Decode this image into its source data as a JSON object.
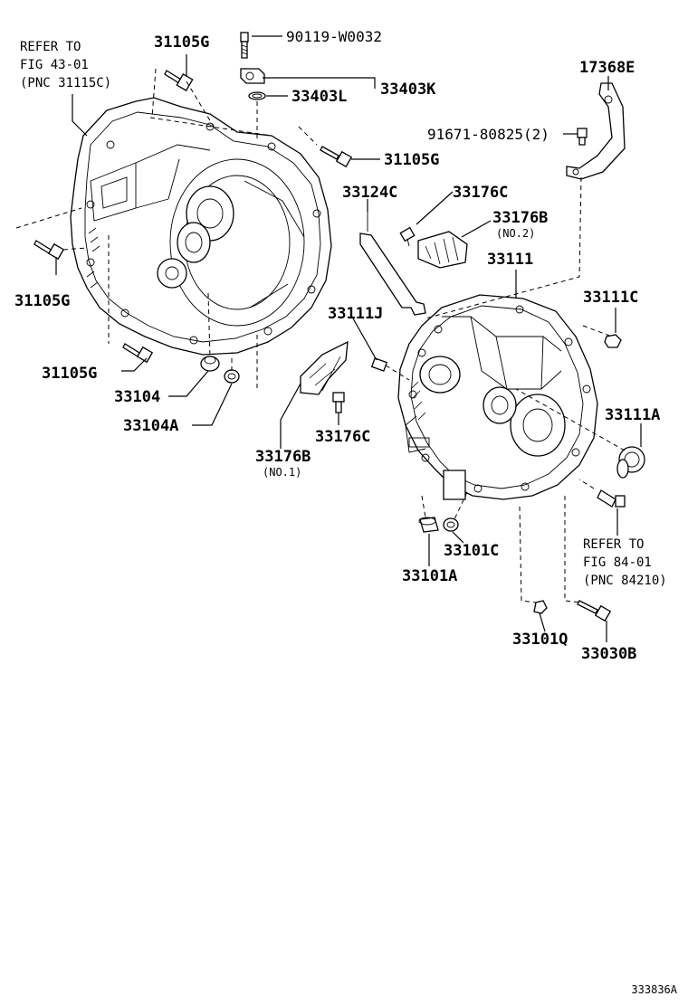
{
  "refs": {
    "fig43": [
      "REFER TO",
      "FIG 43-01",
      "(PNC 31115C)"
    ],
    "fig84": [
      "REFER TO",
      "FIG 84-01",
      "(PNC 84210)"
    ]
  },
  "labels": {
    "p31105g_top": "31105G",
    "p90119": "90119-W0032",
    "p33403k": "33403K",
    "p33403l": "33403L",
    "p31105g_right": "31105G",
    "p31105g_left": "31105G",
    "p31105g_low": "31105G",
    "p33104": "33104",
    "p33104a": "33104A",
    "p33124c": "33124C",
    "p33176c_top": "33176C",
    "p33176b_no2": "33176B",
    "no2": "(NO.2)",
    "p33111": "33111",
    "p33111j": "33111J",
    "p33176c_mid": "33176C",
    "p33176b_no1": "33176B",
    "no1": "(NO.1)",
    "p17368e": "17368E",
    "p91671": "91671-80825(2)",
    "p33111c": "33111C",
    "p33111a": "33111A",
    "p33101c": "33101C",
    "p33101a": "33101A",
    "p33101q": "33101Q",
    "p33030b": "33030B"
  },
  "figure_id": "333836A"
}
